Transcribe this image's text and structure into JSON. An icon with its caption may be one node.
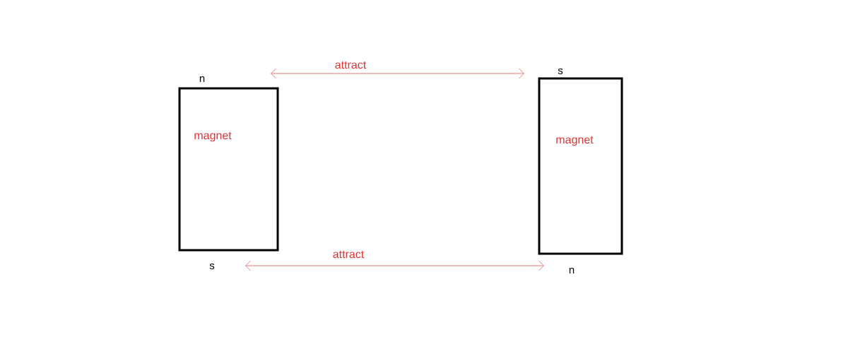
{
  "diagram": {
    "nodes": [
      {
        "text": [
          "magnet"
        ],
        "beside": [
          "n",
          "s"
        ]
      },
      {
        "text": [
          "magnet"
        ],
        "beside": [
          "s",
          "n"
        ]
      }
    ],
    "labels": [
      "attract",
      "attract"
    ]
  }
}
